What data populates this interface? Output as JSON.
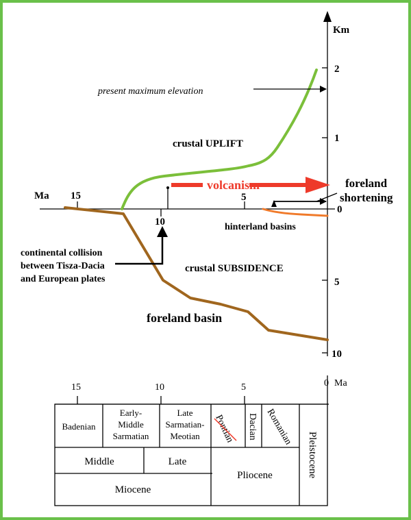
{
  "axes": {
    "x_unit": "Ma",
    "x_ticks": [
      "15",
      "10",
      "5",
      "0"
    ],
    "y_unit": "Km",
    "y_ticks_up": [
      "2",
      "1"
    ],
    "y_ticks_zero": "0",
    "y_ticks_down": [
      "5",
      "10"
    ]
  },
  "labels": {
    "present_max_elevation": "present maximum elevation",
    "crustal_uplift": "crustal UPLIFT",
    "volcanism": "volcanism",
    "foreland_line1": "foreland",
    "foreland_line2": "shortening",
    "hinterland_basins": "hinterland basins",
    "crustal_subsidence": "crustal SUBSIDENCE",
    "foreland_basin": "foreland basin",
    "collision_line1": "continental collision",
    "collision_line2": "between Tisza-Dacia",
    "collision_line3": "and European plates"
  },
  "timescale": {
    "ticks": [
      "15",
      "10",
      "5",
      "0"
    ],
    "unit": "Ma",
    "stages": [
      {
        "name": "Badenian"
      },
      {
        "name": "Early-",
        "name2": "Middle",
        "name3": "Sarmatian"
      },
      {
        "name": "Late",
        "name2": "Sarmatian-",
        "name3": "Meotian"
      },
      {
        "name": "Pontian"
      },
      {
        "name": "Dacian"
      },
      {
        "name": "Romanian"
      }
    ],
    "pleistocene": "Pleistocene",
    "subepochs": [
      "Middle",
      "Late"
    ],
    "pliocene": "Pliocene",
    "miocene": "Miocene"
  },
  "colors": {
    "uplift_curve": "#7bbf3a",
    "foreland_curve": "#a0661e",
    "hinterland_curve": "#f07a2a",
    "volcanism": "#ee3a2a",
    "frame": "#6ac04a"
  }
}
